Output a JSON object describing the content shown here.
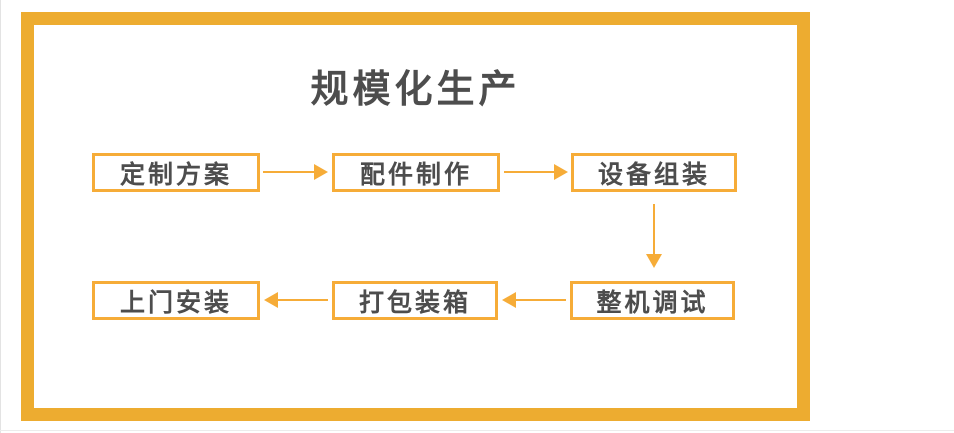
{
  "diagram": {
    "title": "规模化生产",
    "steps": [
      {
        "label": "定制方案"
      },
      {
        "label": "配件制作"
      },
      {
        "label": "设备组装"
      },
      {
        "label": "整机调试"
      },
      {
        "label": "打包装箱"
      },
      {
        "label": "上门安装"
      }
    ],
    "connections": [
      {
        "from": "定制方案",
        "to": "配件制作",
        "direction": "right"
      },
      {
        "from": "配件制作",
        "to": "设备组装",
        "direction": "right"
      },
      {
        "from": "设备组装",
        "to": "整机调试",
        "direction": "down"
      },
      {
        "from": "整机调试",
        "to": "打包装箱",
        "direction": "left"
      },
      {
        "from": "打包装箱",
        "to": "上门安装",
        "direction": "left"
      }
    ],
    "colors": {
      "frame": "#EDAC30",
      "box_border": "#F6AC38",
      "arrow": "#F6AC38",
      "text": "#4D4D4D",
      "background": "#FFFFFF"
    }
  }
}
